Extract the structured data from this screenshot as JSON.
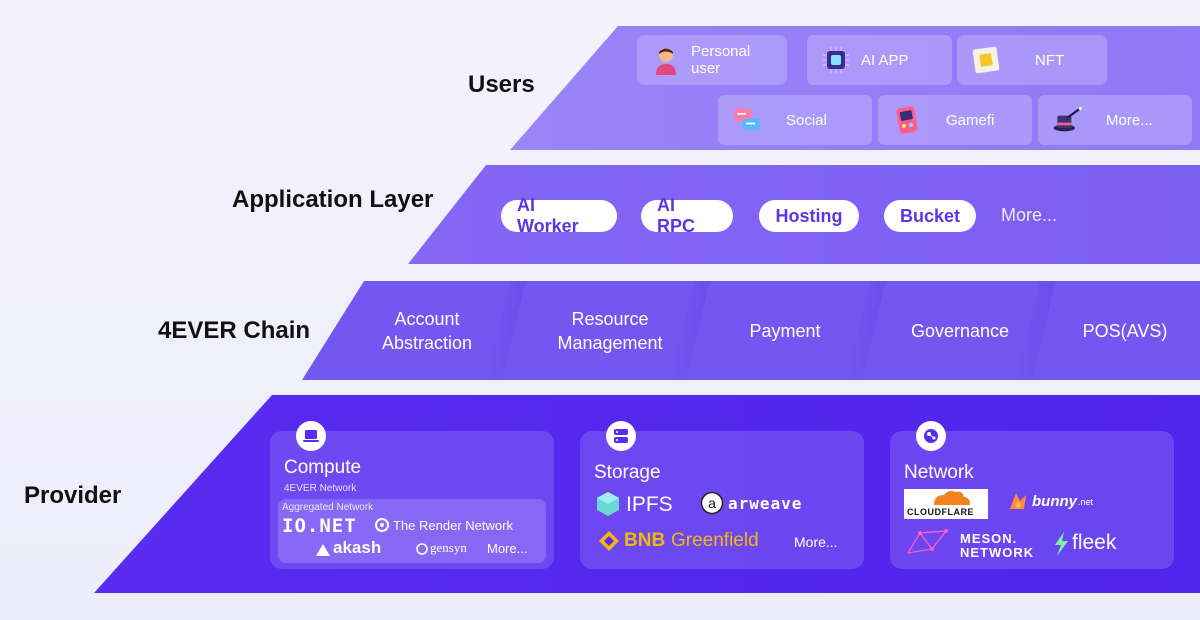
{
  "tiers": {
    "users": "Users",
    "application": "Application Layer",
    "chain": "4EVER Chain",
    "provider": "Provider"
  },
  "users": {
    "tiles": [
      {
        "label": "Personal user",
        "icon": "person-avatar-icon"
      },
      {
        "label": "AI APP",
        "icon": "chip-icon"
      },
      {
        "label": "NFT",
        "icon": "picture-frame-icon"
      },
      {
        "label": "Social",
        "icon": "chat-bubbles-icon"
      },
      {
        "label": "Gamefi",
        "icon": "game-console-icon"
      },
      {
        "label": "More...",
        "icon": "magic-hat-icon"
      }
    ]
  },
  "application": {
    "pills": [
      "AI Worker",
      "AI RPC",
      "Hosting",
      "Bucket"
    ],
    "more": "More..."
  },
  "chain": {
    "segments": [
      {
        "line1": "Account",
        "line2": "Abstraction"
      },
      {
        "line1": "Resource",
        "line2": "Management"
      },
      {
        "line1": "Payment",
        "line2": ""
      },
      {
        "line1": "Governance",
        "line2": ""
      },
      {
        "line1": "POS(AVS)",
        "line2": ""
      }
    ]
  },
  "provider": {
    "compute": {
      "title": "Compute",
      "subtitle": "4EVER Network",
      "aggregated": "Aggregated Network",
      "logos": [
        "IO.NET",
        "The Render Network",
        "akash",
        "gensyn"
      ],
      "more": "More..."
    },
    "storage": {
      "title": "Storage",
      "logos": [
        "IPFS",
        "arweave",
        "BNB",
        "Greenfield"
      ],
      "more": "More..."
    },
    "network": {
      "title": "Network",
      "logos": [
        "CLOUDFLARE",
        "bunny",
        ".net",
        "MESON.",
        "NETWORK",
        "fleek"
      ]
    }
  },
  "colors": {
    "users_band": "#9a84f8",
    "app_band": "#8468f4",
    "chain_band": "#7456f1",
    "provider_band": "#5a2cf0",
    "pill_text": "#5a36e6"
  }
}
